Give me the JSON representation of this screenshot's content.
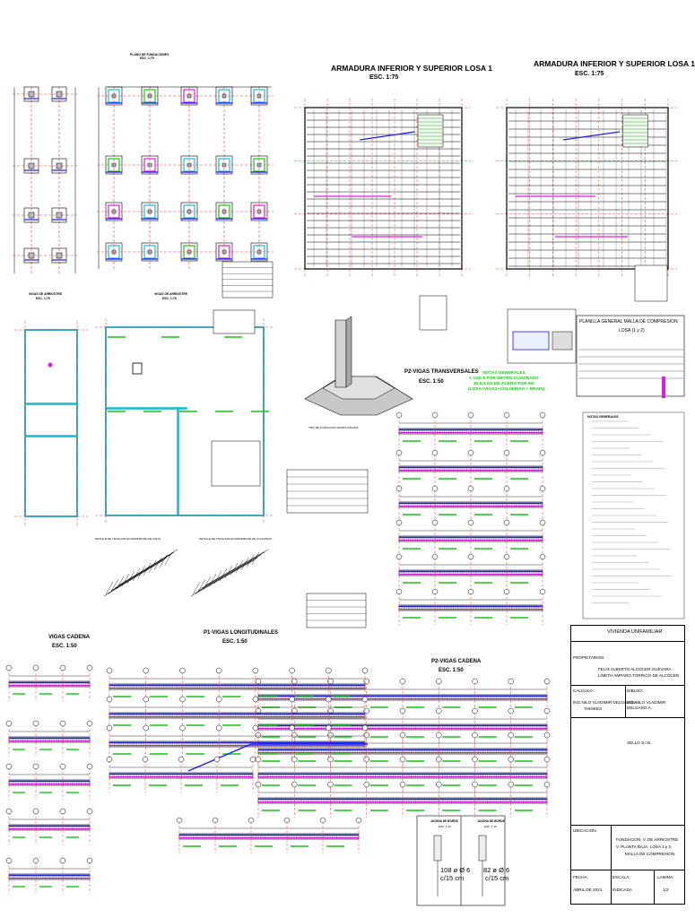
{
  "drawing": {
    "foundation_plan_title": "PLANO DE FUNDACIONES",
    "foundation_plan_scale": "ESC. 1:75",
    "slab_bottom_top_title_left": "ARMADURA INFERIOR Y SUPERIOR LOSA 1",
    "slab_bottom_top_scale_left": "ESC. 1:75",
    "slab_bottom_top_title_right": "ARMADURA INFERIOR Y SUPERIOR LOSA 1",
    "slab_bottom_top_scale_right": "ESC. 1:75",
    "ties_beams_left_title": "VIGAS DE ARRIOSTRE",
    "ties_beams_left_scale": "ESC. 1:75",
    "ties_beams_right_title": "VIGAS DE ARRIOSTRE",
    "ties_beams_right_scale": "ESC. 1:75",
    "footing_caption": "TIPO DE FUNDACION ZAPATA AISLADA",
    "p2_transversal_title": "P2-VIGAS TRANSVERSALES",
    "p2_transversal_scale": "ESC. 1:50",
    "p2_chain_title": "P2-VIGAS CADENA",
    "p2_chain_scale": "ESC. 1:50",
    "chain_beams_title": "VIGAS CADENA",
    "chain_beams_scale": "ESC. 1:50",
    "p1_long_title": "P1-VIGAS LONGITUDINALES",
    "p1_long_scale": "ESC. 1:50",
    "detail_left_caption": "DETALLE DE TRASLAPE EN PERIMETRO DE VIGAS",
    "detail_right_caption": "DETALLE DE TRASLAPE EN PERIMETRO DE COLUMNAS",
    "mesh_plan_title": "PLANILLA GENERAL MALLA DE COMPRESION",
    "mesh_plan_sub": "LOSA (1 y 2)",
    "green_notes": [
      "NOTAS GENERALES",
      "1 USE 5 POR METRO CUADRADO",
      "50 KILOS DE ACERO POR M2",
      "(LOSA+VIGAS+COLUMNAS + DRAIN)"
    ],
    "notes_title": "NOTAS GENERALES",
    "column_detail_left": "JACENA DE BORDE",
    "column_detail_left_scale": "ESC. 1:10",
    "column_detail_left_value": "108 ø Ø 6",
    "column_detail_left_spacing": "c/15 cm",
    "column_detail_right": "JACENA DE BORDE",
    "column_detail_right_scale": "ESC. 1:10",
    "column_detail_right_value": "82 ø Ø 6",
    "column_detail_right_spacing": "c/15 cm"
  },
  "title_block": {
    "project": "VIVIENDA UNIFAMILIAR",
    "owner_label": "PROPIETARIOS:",
    "owner_1": "FELIX ALBERTO ALCOCER GUEVARA",
    "owner_2": "LINETH AMPARO TORRICO DE ALCOCER",
    "calc_label": "CALCULO:",
    "calc_name_1": "ING.NILO VLADIMIR DELGADO A.",
    "calc_name_2": "THINKES",
    "drawing_label": "DIBUJO:",
    "drawing_name": "ING.NILO VLADIMIR DELGADO A.",
    "seal": "SELLO S.I.B.",
    "location_label": "UBICACION:",
    "content_1": "FUNDACION, V. DE ARRIOSTRE",
    "content_2": "V. PLANTA BAJA, LOSA 1 y 2,",
    "content_3": "MALLA DE COMPRESION",
    "date_label": "FECHA:",
    "date_value": "ABRIL DE 2021",
    "scale_label": "ESCALA:",
    "scale_value": "INDICADA",
    "sheet_label": "LAMINA:",
    "sheet_value": "1/2"
  },
  "colors": {
    "axis_red": "#ff3030",
    "rebar_blue": "#1a1aff",
    "rebar_magenta": "#e01be0",
    "rebar_green": "#16c416",
    "cyan": "#20b8d8",
    "line": "#000000"
  }
}
